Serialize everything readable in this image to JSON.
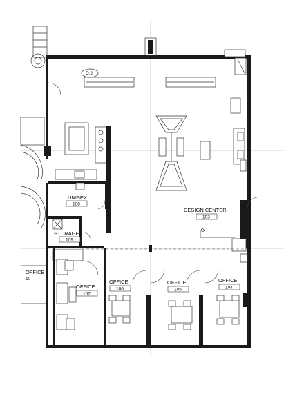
{
  "rooms": {
    "design_center": {
      "name": "DESIGN CENTER",
      "number": "103"
    },
    "unisex": {
      "name": "UNISEX",
      "number": "108"
    },
    "storage": {
      "name": "STORAGE",
      "number": "109"
    },
    "office_107": {
      "name": "OFFICE",
      "number": "107"
    },
    "office_106": {
      "name": "OFFICE",
      "number": "106"
    },
    "office_105": {
      "name": "OFFICE",
      "number": "105"
    },
    "office_104": {
      "name": "OFFICE",
      "number": "104"
    },
    "office_left": {
      "name": "OFFICE",
      "number": "10"
    }
  },
  "marker": {
    "tag": "D.2"
  }
}
